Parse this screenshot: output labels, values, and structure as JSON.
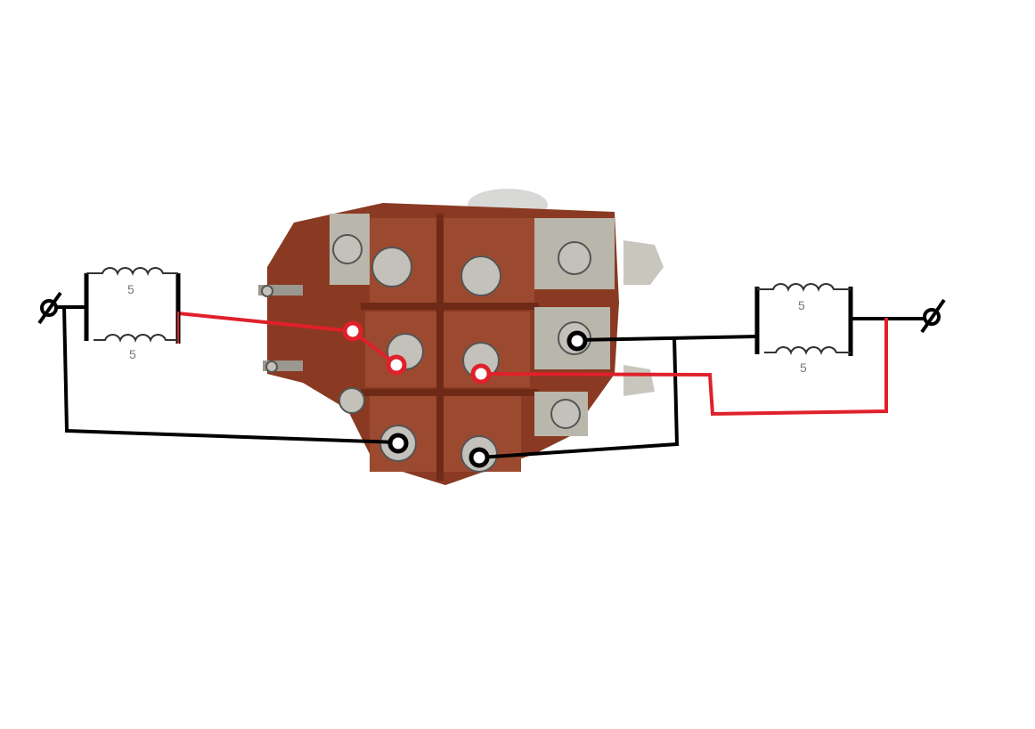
{
  "diagram": {
    "left_coil": {
      "label_top": "5",
      "label_bottom": "5"
    },
    "right_coil": {
      "label_top": "5",
      "label_bottom": "5"
    },
    "colors": {
      "wire_black": "#000000",
      "wire_red": "#e0202a",
      "relay_body": "#8a3a22",
      "relay_body_light": "#a5543a",
      "metal": "#b8b6ae"
    }
  }
}
